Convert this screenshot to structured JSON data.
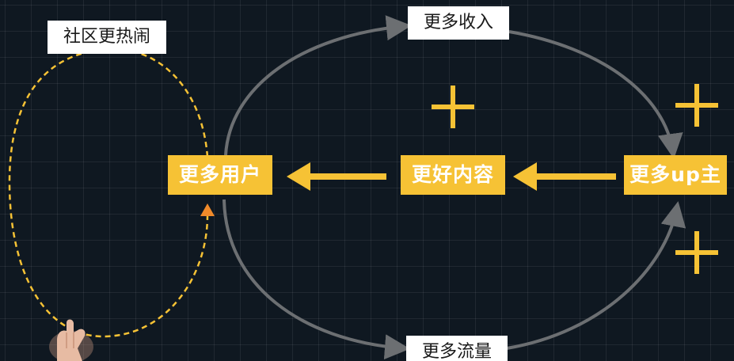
{
  "nodes": {
    "more_users": "更多用户",
    "better_content": "更好内容",
    "more_creators": "更多up主"
  },
  "tags": {
    "more_income": "更多收入",
    "more_traffic": "更多流量",
    "lively_community": "社区更热闹"
  },
  "plus_symbol": "+",
  "colors": {
    "background": "#0f1821",
    "node_fill": "#f6c235",
    "loop_arrow": "#6c6f72",
    "dashed_loop": "#f6c235",
    "dashed_arrowhead": "#f08a2a",
    "tag_fill": "#ffffff"
  }
}
